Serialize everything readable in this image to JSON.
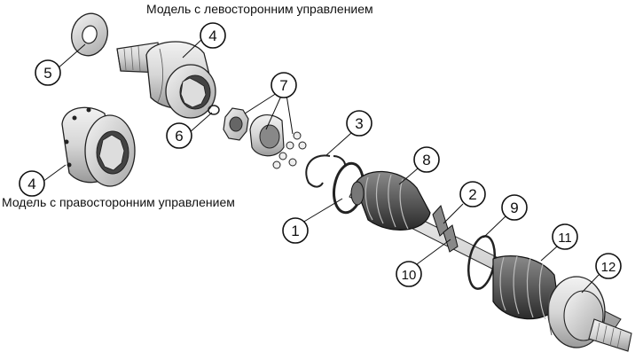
{
  "captions": {
    "left_hand_drive": "Модель с левосторонним управлением",
    "right_hand_drive": "Модель с правосторонним управлением"
  },
  "callouts": {
    "c1": "1",
    "c2": "2",
    "c3": "3",
    "c4a": "4",
    "c4b": "4",
    "c5": "5",
    "c6": "6",
    "c7": "7",
    "c8": "8",
    "c9": "9",
    "c10": "10",
    "c11": "11",
    "c12": "12"
  }
}
